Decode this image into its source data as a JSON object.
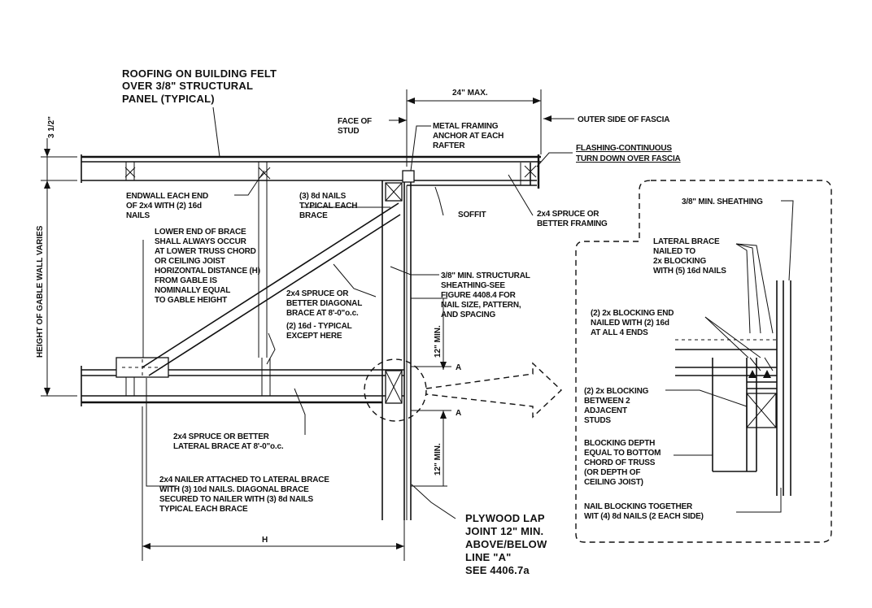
{
  "notes": {
    "roofing": [
      "ROOFING ON BUILDING FELT",
      "OVER 3/8\" STRUCTURAL",
      "PANEL (TYPICAL)"
    ],
    "face_of_stud": [
      "FACE OF",
      "STUD"
    ],
    "metal_anchor": [
      "METAL FRAMING",
      "ANCHOR AT EACH",
      "RAFTER"
    ],
    "outer_fascia": [
      "OUTER SIDE OF FASCIA"
    ],
    "flashing": [
      "FLASHING-CONTINUOUS",
      "TURN DOWN OVER FASCIA"
    ],
    "endwall": [
      "ENDWALL EACH END",
      "OF 2x4 WITH (2) 16d",
      "NAILS"
    ],
    "nails_8d": [
      "(3) 8d NAILS",
      "TYPICAL EACH",
      "BRACE"
    ],
    "soffit": [
      "SOFFIT"
    ],
    "spruce_framing": [
      "2x4 SPRUCE OR",
      "BETTER FRAMING"
    ],
    "lower_end": [
      "LOWER END OF BRACE",
      "SHALL ALWAYS OCCUR",
      "AT LOWER TRUSS CHORD",
      "OR CEILING JOIST",
      "HORIZONTAL DISTANCE (H)",
      "FROM GABLE IS",
      "NOMINALLY EQUAL",
      "TO GABLE HEIGHT"
    ],
    "structural_sheathing": [
      "3/8\" MIN. STRUCTURAL",
      "SHEATHING-SEE",
      "FIGURE 4408.4 FOR",
      "NAIL SIZE, PATTERN,",
      "AND SPACING"
    ],
    "diagonal_brace": [
      "2x4 SPRUCE OR",
      "BETTER DIAGONAL",
      "BRACE AT 8'-0\"o.c."
    ],
    "nails_16d": [
      "(2) 16d - TYPICAL",
      "EXCEPT HERE"
    ],
    "lateral_brace": [
      "2x4 SPRUCE OR BETTER",
      "LATERAL BRACE AT 8'-0\"o.c."
    ],
    "nailer": [
      "2x4 NAILER ATTACHED TO LATERAL BRACE",
      "WITH (3) 10d NAILS. DIAGONAL BRACE",
      "SECURED TO NAILER WITH (3) 8d NAILS",
      "TYPICAL EACH BRACE"
    ],
    "plywood_lap": [
      "PLYWOOD LAP",
      "JOINT 12\" MIN.",
      "ABOVE/BELOW",
      "LINE \"A\"",
      "SEE 4406.7a"
    ]
  },
  "detail": {
    "sheathing_min": [
      "3/8\" MIN. SHEATHING"
    ],
    "lateral_brace_nailed": [
      "LATERAL BRACE",
      "NAILED TO",
      "2x BLOCKING",
      "WITH (5) 16d NAILS"
    ],
    "blocking_end": [
      "(2) 2x BLOCKING END",
      "NAILED WITH (2) 16d",
      "AT ALL 4 ENDS"
    ],
    "blocking_between": [
      "(2) 2x BLOCKING",
      "BETWEEN 2",
      "ADJACENT",
      "STUDS"
    ],
    "blocking_depth": [
      "BLOCKING DEPTH",
      "EQUAL TO BOTTOM",
      "CHORD OF TRUSS",
      "(OR DEPTH OF",
      "CEILING JOIST)"
    ],
    "nail_together": [
      "NAIL BLOCKING TOGETHER",
      "WIT (4) 8d NAILS (2 EACH SIDE)"
    ]
  },
  "dimensions": {
    "max_24": "24\" MAX.",
    "three_half": "3 1/2\"",
    "gable_height": "HEIGHT OF GABLE WALL VARIES",
    "twelve_min_upper": "12\" MIN.",
    "twelve_min_lower": "12\" MIN.",
    "h_label": "H",
    "line_a_upper": "A",
    "line_a_lower": "A"
  }
}
